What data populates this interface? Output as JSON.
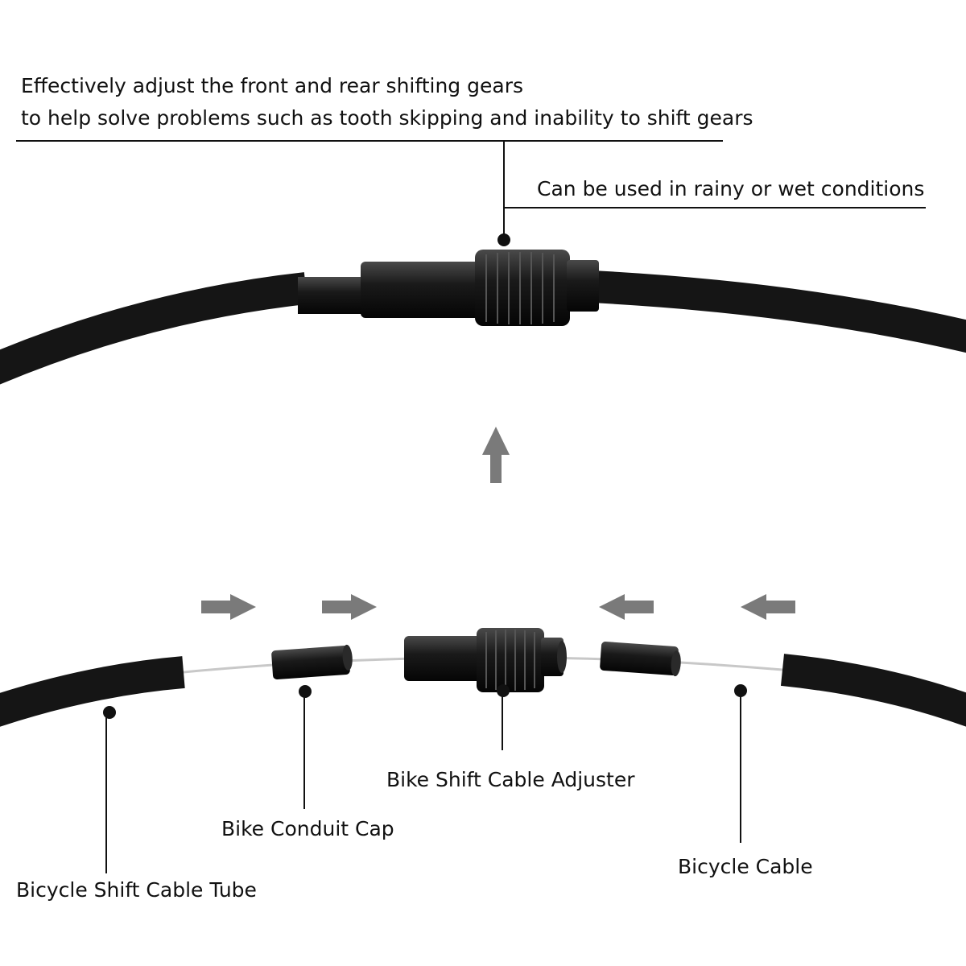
{
  "headline": {
    "line1": "Effectively adjust the front and rear shifting gears",
    "line2": "to help solve problems such as tooth skipping and inability to shift gears"
  },
  "callout_wet": "Can be used in rainy or wet conditions",
  "parts": {
    "tube": "Bicycle Shift Cable Tube",
    "conduit_cap": "Bike Conduit Cap",
    "adjuster": "Bike Shift Cable Adjuster",
    "cable": "Bicycle Cable"
  },
  "colors": {
    "cable": "#151515",
    "arrow": "#7a7a7a",
    "wire": "#c8c8c8"
  },
  "icons": {
    "assembly_arrow": "up-arrow-icon",
    "insert_arrows": [
      "right-arrow-icon",
      "right-arrow-icon",
      "left-arrow-icon",
      "left-arrow-icon"
    ]
  }
}
